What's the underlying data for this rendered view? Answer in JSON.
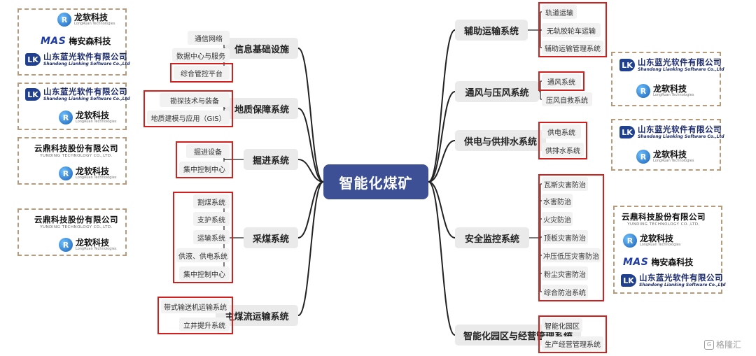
{
  "center": "智能化煤矿",
  "left_branches": [
    {
      "id": "infra",
      "label": "信息基础设施",
      "children": [
        "通信网络",
        "数据中心与服务",
        "综合管控平台"
      ]
    },
    {
      "id": "geo",
      "label": "地质保障系统",
      "children": [
        "勘探技术与装备",
        "地质建模与应用（GIS）"
      ]
    },
    {
      "id": "dig",
      "label": "掘进系统",
      "children": [
        "掘进设备",
        "集中控制中心"
      ]
    },
    {
      "id": "mine",
      "label": "采煤系统",
      "children": [
        "割煤系统",
        "支护系统",
        "运输系统",
        "供液、供电系统",
        "集中控制中心"
      ]
    },
    {
      "id": "flow",
      "label": "主煤流运输系统",
      "children": [
        "带式输送机运输系统",
        "立井提升系统"
      ]
    }
  ],
  "right_branches": [
    {
      "id": "aux",
      "label": "辅助运输系统",
      "children": [
        "轨道运输",
        "无轨胶轮车运输",
        "辅助运输管理系统"
      ]
    },
    {
      "id": "vent",
      "label": "通风与压风系统",
      "children": [
        "通风系统",
        "压风自救系统"
      ]
    },
    {
      "id": "power",
      "label": "供电与供排水系统",
      "children": [
        "供电系统",
        "供排水系统"
      ]
    },
    {
      "id": "safety",
      "label": "安全监控系统",
      "children": [
        "瓦斯灾害防治",
        "水害防治",
        "火灾防治",
        "顶板灾害防治",
        "冲压低压灾害防治",
        "粉尘灾害防治",
        "综合防治系统"
      ]
    },
    {
      "id": "park",
      "label": "智能化园区与经营管理系统",
      "children": [
        "智能化园区",
        "生产经营管理系统"
      ]
    }
  ],
  "logos": {
    "longruan": {
      "cn": "龙软科技",
      "en": "LongRuan Technologies",
      "mark": "R"
    },
    "lianko": {
      "cn": "山东蓝光软件有限公司",
      "en": "Shandong Lianking Software Co.,Ltd",
      "mark": "LK"
    },
    "masen": {
      "mark": "MAS",
      "cn": "梅安森科技"
    },
    "yunding": {
      "cn": "云鼎科技股份有限公司",
      "en": "YUNDING TECHNOLOGY CO.,LTD."
    }
  },
  "watermark": {
    "text": "格隆汇",
    "mark": "G"
  },
  "colors": {
    "center_fill": "#3d4f95",
    "branch_fill": "#eaeaea",
    "leaf_fill": "#f2f2f2",
    "highlight_border": "#d41f1f",
    "logo_border": "#b59b7b",
    "edge": "#222222"
  }
}
